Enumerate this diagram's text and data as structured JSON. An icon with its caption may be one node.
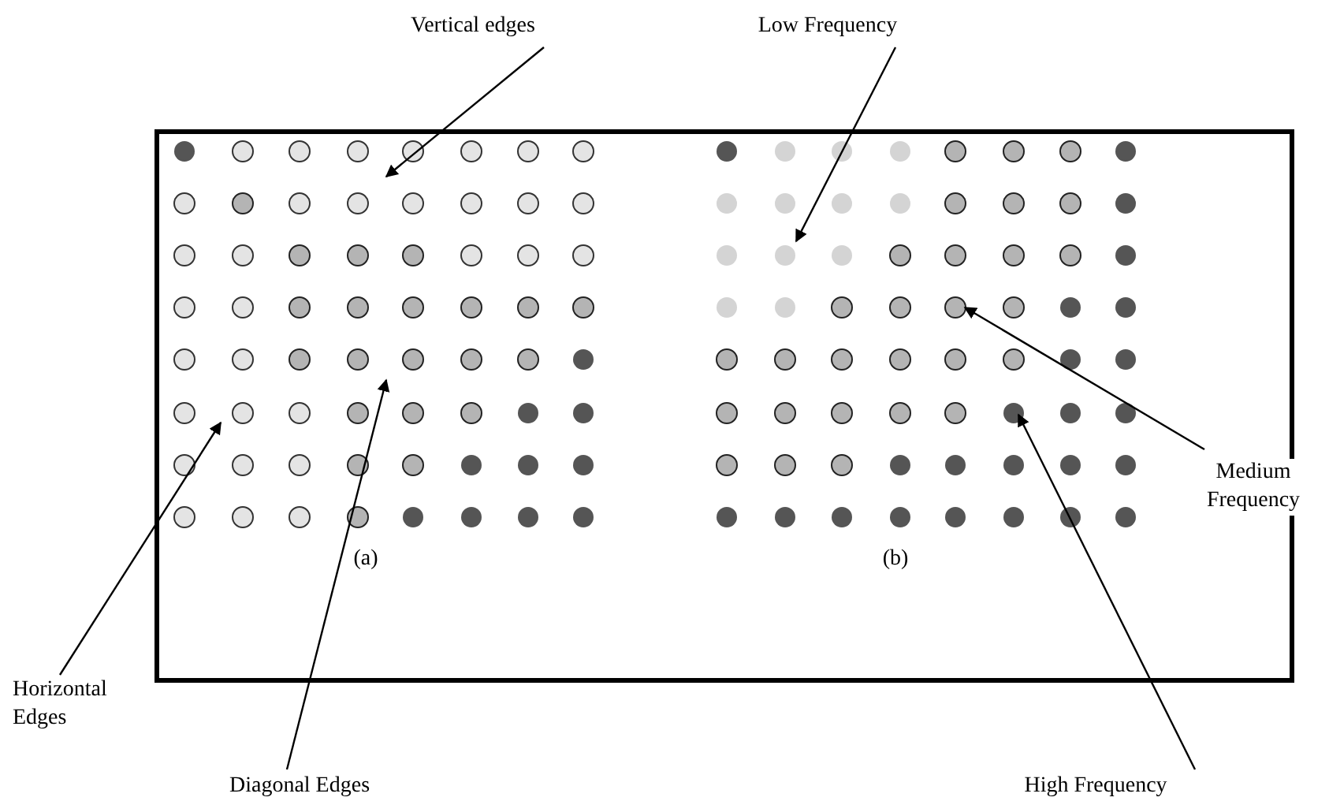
{
  "diagram": {
    "nodes": [
      {
        "text": [
          "Vertical edges"
        ]
      },
      {
        "text": [
          "Low Frequency"
        ]
      },
      {
        "text": [
          "Medium Frequency"
        ]
      },
      {
        "text": [
          "Horizontal Edges"
        ]
      },
      {
        "text": [
          "Diagonal Edges"
        ]
      },
      {
        "text": [
          "High Frequency"
        ]
      }
    ],
    "edges": [
      {
        "from": 0,
        "to": null,
        "arrow": "to"
      },
      {
        "from": 1,
        "to": null,
        "arrow": "to"
      },
      {
        "from": 2,
        "to": null,
        "arrow": "to"
      },
      {
        "from": 3,
        "to": null,
        "arrow": "to"
      },
      {
        "from": 4,
        "to": null,
        "arrow": "to"
      },
      {
        "from": 5,
        "to": null,
        "arrow": "to"
      }
    ],
    "labels": [
      "(a)",
      "(b)"
    ]
  }
}
